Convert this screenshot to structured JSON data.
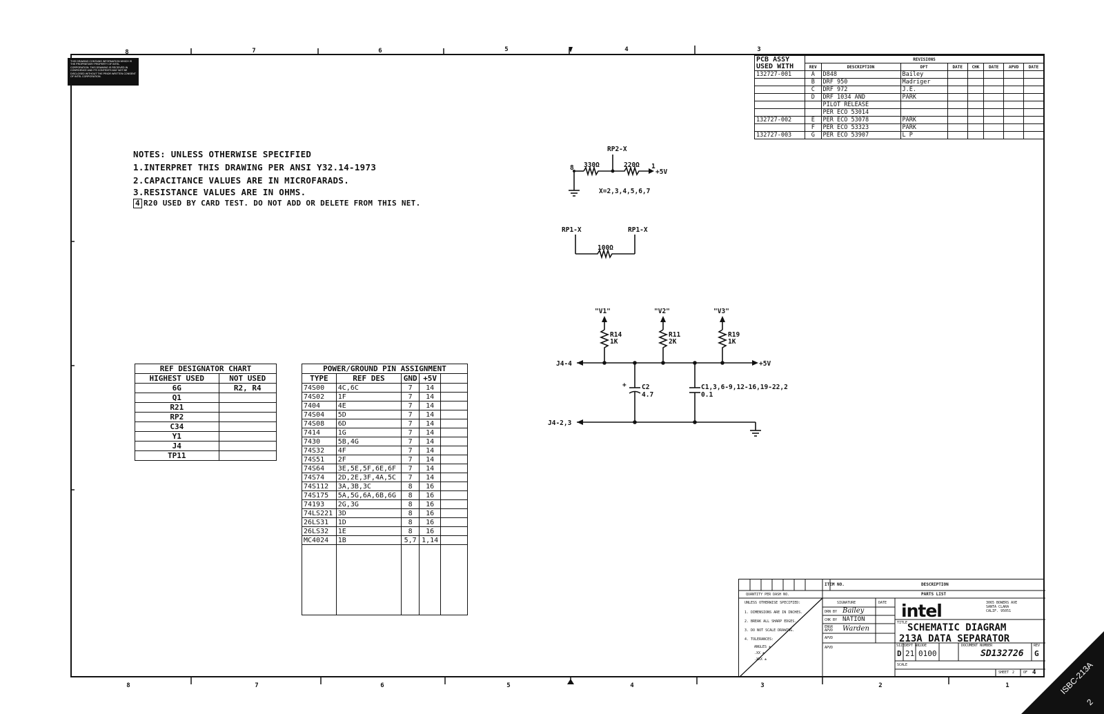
{
  "notes": {
    "heading": "NOTES: UNLESS OTHERWISE SPECIFIED",
    "n1": "1.INTERPRET THIS DRAWING PER ANSI Y32.14-1973",
    "n2": "2.CAPACITANCE VALUES ARE IN MICROFARADS.",
    "n3": "3.RESISTANCE VALUES ARE IN OHMS.",
    "n4_num": "4",
    "n4": "R20 USED BY CARD TEST. DO NOT ADD OR DELETE FROM THIS NET."
  },
  "ref_chart": {
    "title": "REF DESIGNATOR CHART",
    "col1": "HIGHEST USED",
    "col2": "NOT USED",
    "rows": [
      [
        "6G",
        "R2, R4"
      ],
      [
        "Q1",
        ""
      ],
      [
        "R21",
        ""
      ],
      [
        "RP2",
        ""
      ],
      [
        "C34",
        ""
      ],
      [
        "Y1",
        ""
      ],
      [
        "J4",
        ""
      ],
      [
        "TP11",
        ""
      ]
    ]
  },
  "pwr_table": {
    "title": "POWER/GROUND PIN ASSIGNMENT",
    "headers": [
      "TYPE",
      "REF DES",
      "GND",
      "+5V"
    ],
    "rows": [
      [
        "74S00",
        "4C,6C",
        "7",
        "14"
      ],
      [
        "74S02",
        "1F",
        "7",
        "14"
      ],
      [
        "7404",
        "4E",
        "7",
        "14"
      ],
      [
        "74S04",
        "5D",
        "7",
        "14"
      ],
      [
        "74S08",
        "6D",
        "7",
        "14"
      ],
      [
        "7414",
        "1G",
        "7",
        "14"
      ],
      [
        "7430",
        "5B,4G",
        "7",
        "14"
      ],
      [
        "74S32",
        "4F",
        "7",
        "14"
      ],
      [
        "74S51",
        "2F",
        "7",
        "14"
      ],
      [
        "74S64",
        "3E,5E,5F,6E,6F",
        "7",
        "14"
      ],
      [
        "74S74",
        "2D,2E,3F,4A,5C",
        "7",
        "14"
      ],
      [
        "74S112",
        "3A,3B,3C",
        "8",
        "16"
      ],
      [
        "74S175",
        "5A,5G,6A,6B,6G",
        "8",
        "16"
      ],
      [
        "74193",
        "2G,3G",
        "8",
        "16"
      ],
      [
        "74LS221",
        "3D",
        "8",
        "16"
      ],
      [
        "26LS31",
        "1D",
        "8",
        "16"
      ],
      [
        "26LS32",
        "1E",
        "8",
        "16"
      ],
      [
        "MC4024",
        "1B",
        "5,7",
        "1,14"
      ]
    ]
  },
  "revisions": {
    "pcb_assy": "PCB ASSY",
    "used_with": "USED WITH",
    "header": "REVISIONS",
    "cols": [
      "REV",
      "DESCRIPTION",
      "DFT",
      "DATE",
      "CHK",
      "DATE",
      "APVD",
      "DATE"
    ],
    "rows": [
      {
        "assy": "132727-001",
        "rev": "A",
        "desc": "D848",
        "dft": "Bailey"
      },
      {
        "assy": "",
        "rev": "B",
        "desc": "DRF 950",
        "dft": "Madriger"
      },
      {
        "assy": "",
        "rev": "C",
        "desc": "DRF 972",
        "dft": "J.E."
      },
      {
        "assy": "",
        "rev": "D",
        "desc": "DRF 1034 AND",
        "dft": "PARK"
      },
      {
        "assy": "",
        "rev": "",
        "desc": "PILOT RELEASE",
        "dft": ""
      },
      {
        "assy": "",
        "rev": "",
        "desc": "PER ECO 53014",
        "dft": ""
      },
      {
        "assy": "132727-002",
        "rev": "E",
        "desc": "PER ECO 53078",
        "dft": "PARK"
      },
      {
        "assy": "",
        "rev": "F",
        "desc": "PER ECO 53323",
        "dft": "PARK"
      },
      {
        "assy": "132727-003",
        "rev": "G",
        "desc": "PER ECO 53907",
        "dft": "L P"
      }
    ]
  },
  "schematic": {
    "rp2_label": "RP2-X",
    "rp2_pin8": "8",
    "rp2_r1": "330Ω",
    "rp2_r2": "220Ω",
    "rp2_pin1": "1",
    "rp2_v": "+5V",
    "rp2_x": "X=2,3,4,5,6,7",
    "rp1_left": "RP1-X",
    "rp1_right": "RP1-X",
    "rp1_r": "100Ω",
    "v1": "\"V1\"",
    "v2": "\"V2\"",
    "v3": "\"V3\"",
    "r14": "R14",
    "r14v": "1K",
    "r11": "R11",
    "r11v": "2K",
    "r19": "R19",
    "r19v": "1K",
    "j44": "J4-4",
    "plus5v": "+5V",
    "c2": "C2",
    "c2v": "4.7",
    "c2plus": "+",
    "cmulti": "C1,3,6-9,12-16,19-22,2",
    "cmultiv": "0.1",
    "j423": "J4-2,3"
  },
  "title_block": {
    "item_no": "ITEM NO.",
    "description": "DESCRIPTION",
    "parts_list": "PARTS LIST",
    "qty": "QUANTITY PER DASH NO.",
    "unless": "UNLESS OTHERWISE SPECIFIED:",
    "t1": "1. DIMENSIONS ARE IN INCHES.",
    "t2": "2. BREAK ALL SHARP EDGES.",
    "t3": "3. DO NOT SCALE DRAWING.",
    "t4": "4. TOLERANCES:",
    "t5": "ANGLES ±",
    "t6": ".XX ±",
    "t7": ".XXX ±",
    "signature": "SIGNATURE",
    "date": "DATE",
    "drn": "DRN BY",
    "drn_sig": "Bailey",
    "chk": "CHK BY",
    "chk_sig": "NATION",
    "engr": "ENGR APVD",
    "engr_sig": "Warden",
    "apvd1": "APVD",
    "apvd2": "APVD",
    "company": "intel",
    "address1": "3065 BOWERS AVE",
    "address2": "SANTA CLARA",
    "address3": "CALIF. 95051",
    "title_lbl": "TITLE",
    "title1": "SCHEMATIC DIAGRAM",
    "title2": "213A DATA SEPARATOR",
    "size_lbl": "SIZE",
    "size": "D",
    "dept_lbl": "DEPT NO.",
    "dept": "21",
    "code_lbl": "CODE",
    "code": "0100",
    "doc_lbl": "DOCUMENT NUMBER",
    "doc": "SD132726",
    "rev_lbl": "REV",
    "rev": "G",
    "scale": "SCALE",
    "sheet_lbl": "SHEET",
    "sheet": "2",
    "of_lbl": "OF",
    "of": "4"
  },
  "border": {
    "top": [
      "8",
      "7",
      "6",
      "5",
      "4",
      "3"
    ],
    "bottom": [
      "8",
      "7",
      "6",
      "5",
      "4",
      "3",
      "2",
      "1"
    ]
  },
  "corner": {
    "product": "ISBC-213A",
    "page": "2"
  },
  "prop_stamp": "THIS DRAWING CONTAINS INFORMATION WHICH IS THE PROPRIETARY PROPERTY OF INTEL CORPORATION. THIS DRAWING IS RECEIVED IN CONFIDENCE AND ITS CONTENTS MAY NOT BE DISCLOSED WITHOUT THE PRIOR WRITTEN CONSENT OF INTEL CORPORATION."
}
